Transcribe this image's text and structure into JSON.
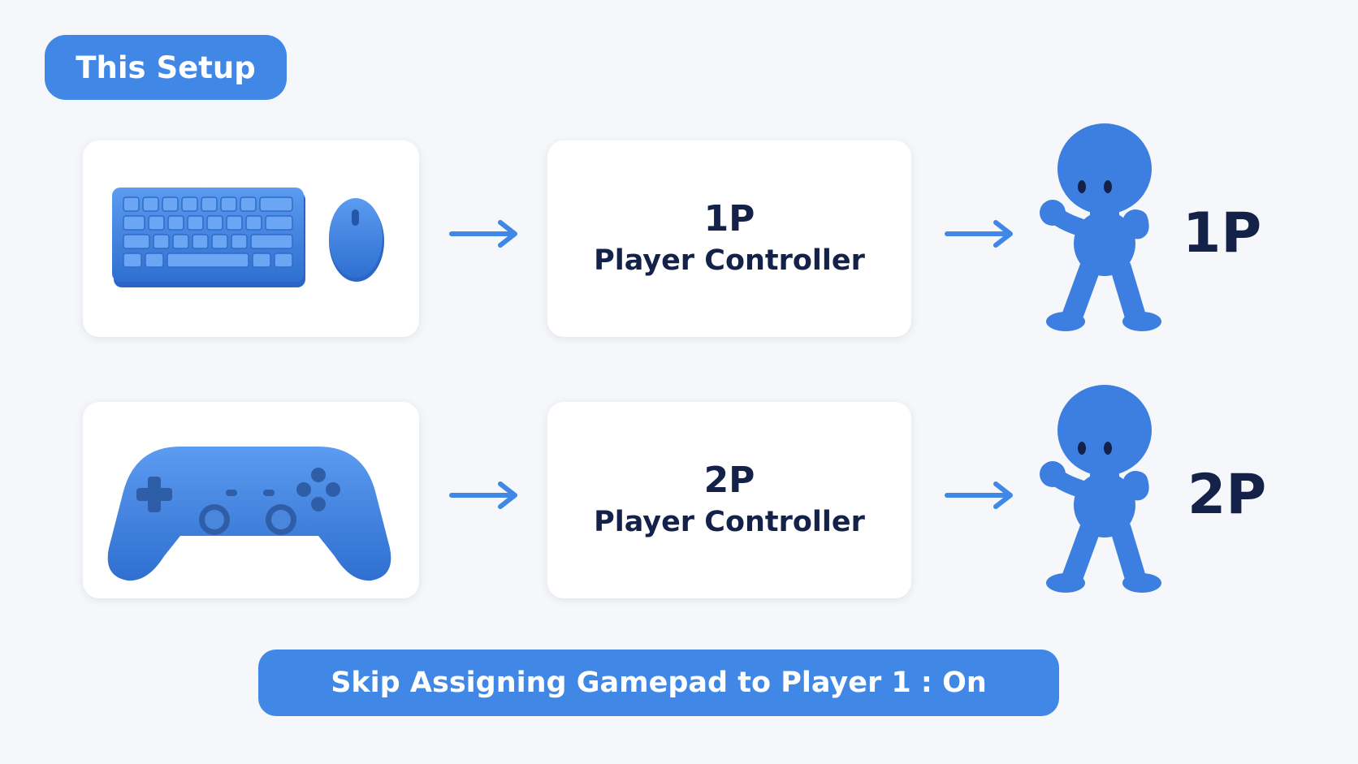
{
  "header": {
    "title": "This Setup"
  },
  "mappings": [
    {
      "device_icon": "keyboard-mouse-icon",
      "controller_number": "1P",
      "controller_name": "Player Controller",
      "player_label": "1P"
    },
    {
      "device_icon": "gamepad-icon",
      "controller_number": "2P",
      "controller_name": "Player Controller",
      "player_label": "2P"
    }
  ],
  "footer": {
    "status_text": "Skip Assigning Gamepad to Player 1 : On"
  },
  "colors": {
    "accent": "#4187e6",
    "text_dark": "#14224a",
    "background": "#f5f7fa"
  }
}
